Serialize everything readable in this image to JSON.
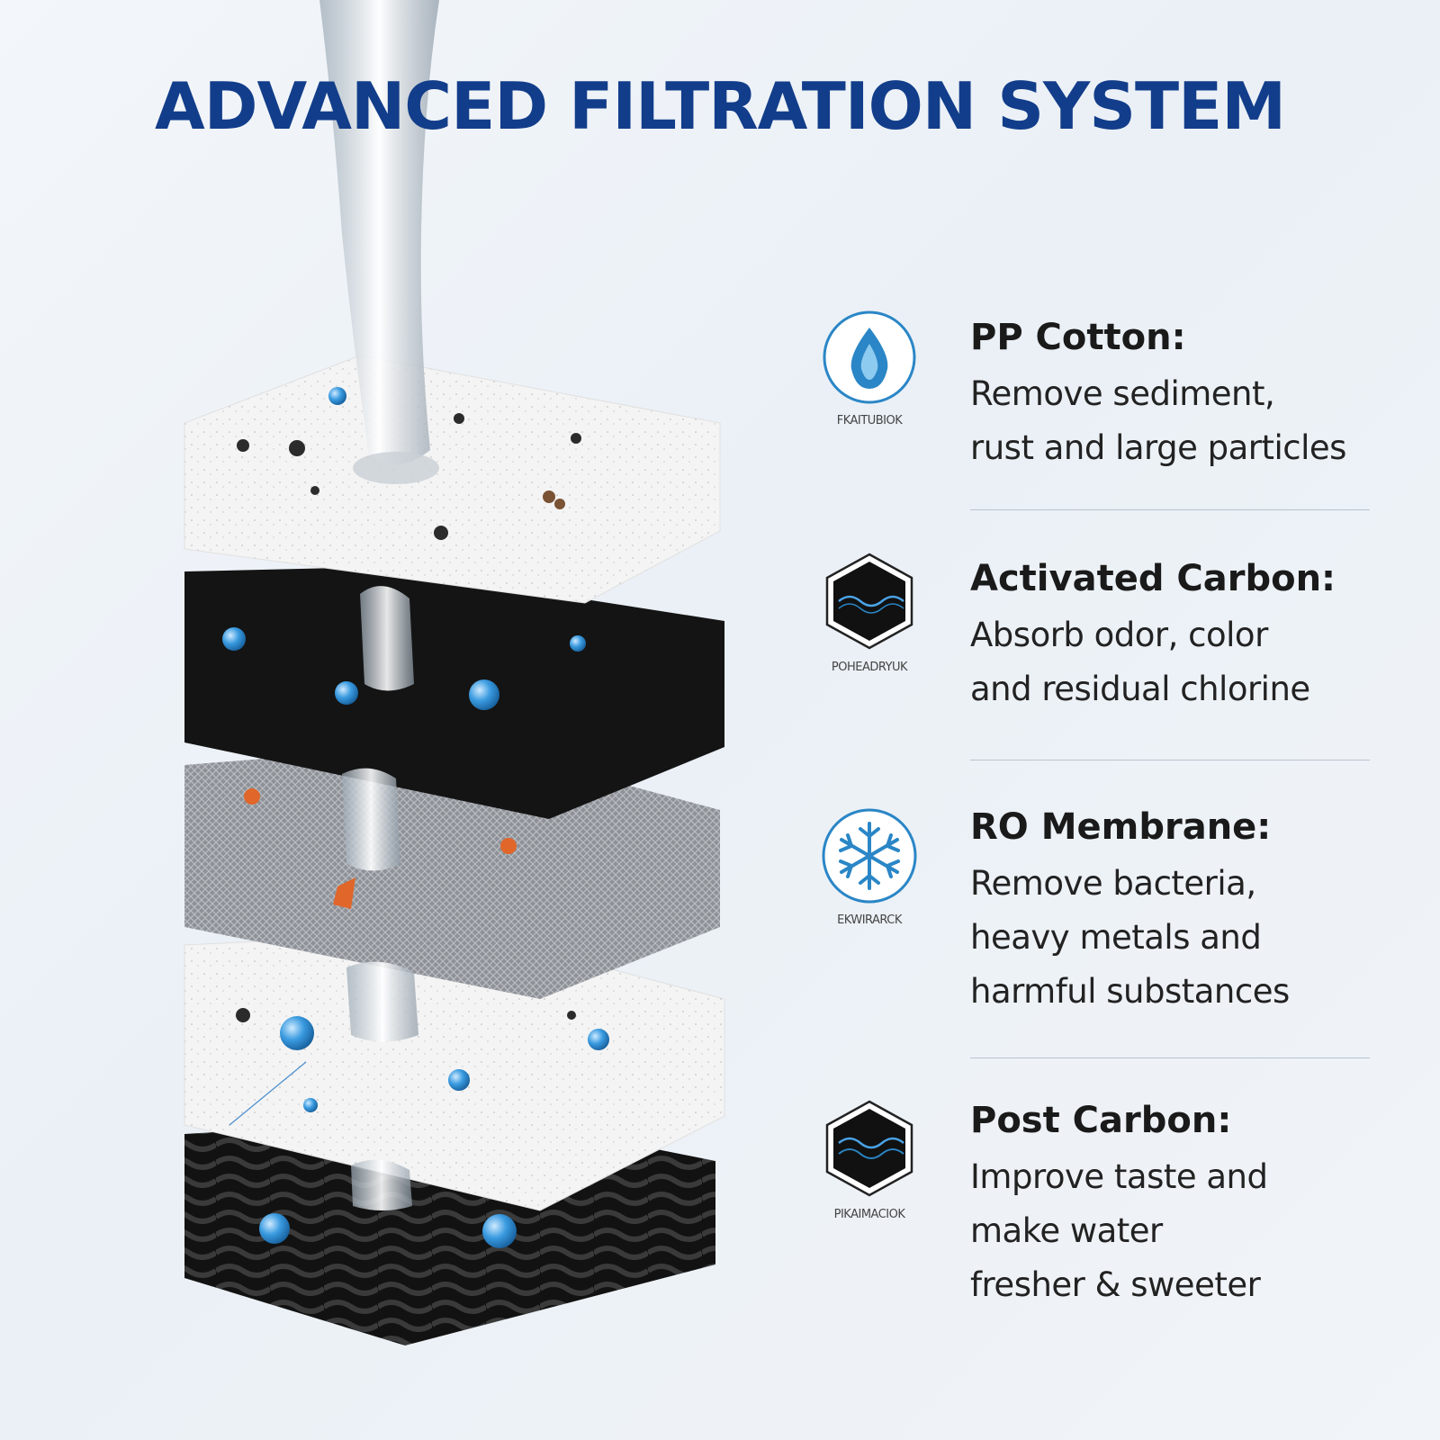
{
  "title": "ADVANCED FILTRATION SYSTEM",
  "colors": {
    "title": "#123d8a",
    "accent_blue": "#2a86c6",
    "carbon": "#111111"
  },
  "features": [
    {
      "name": "PP Cotton:",
      "description": "Remove sediment,\nrust and large particles",
      "icon": "water-drop-icon",
      "icon_caption": "FKAITUBIOK"
    },
    {
      "name": "Activated Carbon:",
      "description": "Absorb odor, color\nand residual chlorine",
      "icon": "carbon-wave-icon",
      "icon_caption": "POHEADRYUK"
    },
    {
      "name": "RO Membrane:",
      "description": "Remove bacteria,\nheavy metals and\nharmful substances",
      "icon": "snowflake-icon",
      "icon_caption": "EKWIRARCK"
    },
    {
      "name": "Post Carbon:",
      "description": "Improve taste and\nmake water\nfresher & sweeter",
      "icon": "carbon-wave-icon",
      "icon_caption": "PIKAIMACIOK"
    }
  ]
}
